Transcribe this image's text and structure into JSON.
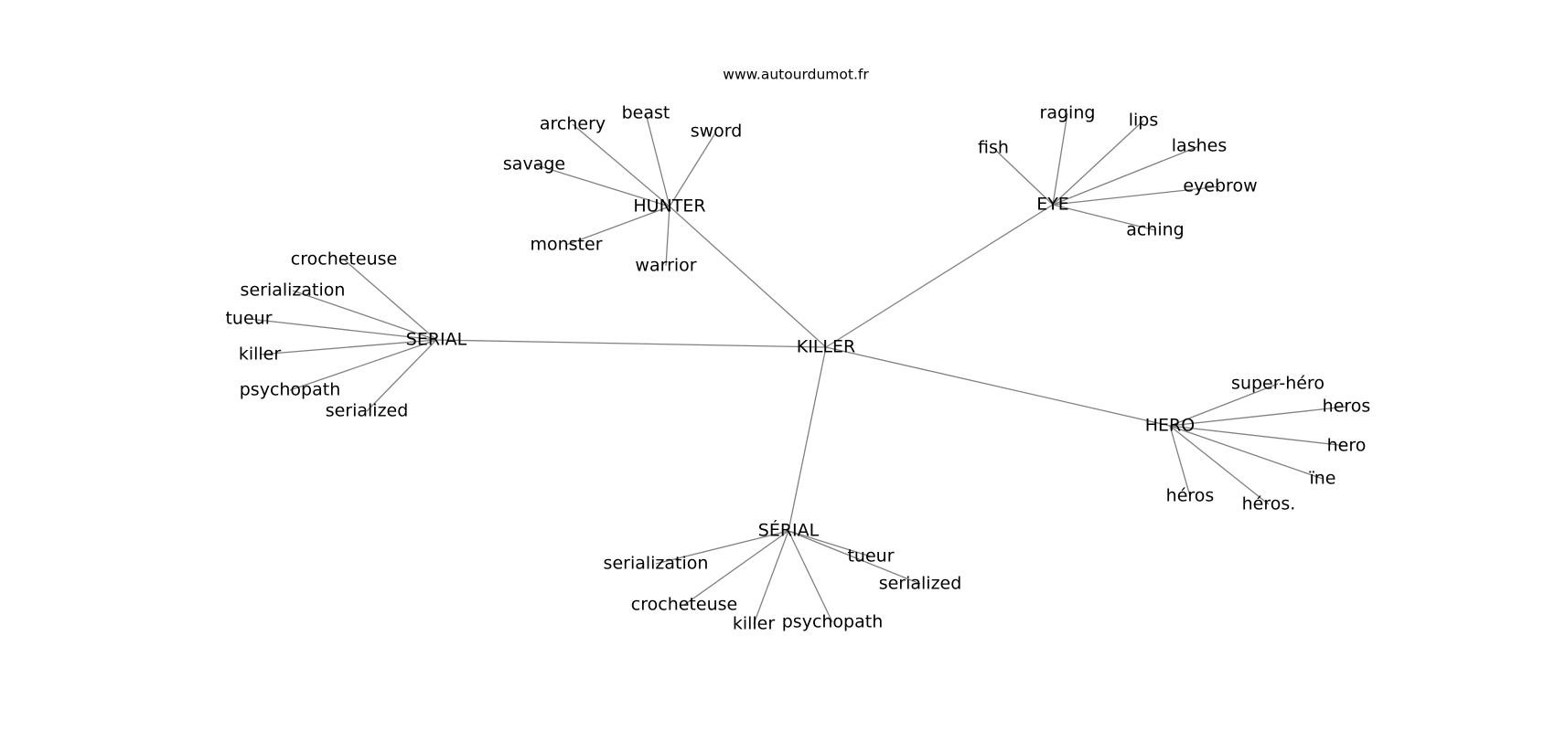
{
  "source_text": "www.autourdumot.fr",
  "colors": {
    "background": "#ffffff",
    "edge": "#808080",
    "text": "#000000"
  },
  "graph": {
    "root": {
      "id": "killer",
      "label": "KILLER"
    },
    "hubs": [
      {
        "id": "hunter",
        "label": "HUNTER",
        "words": [
          "archery",
          "beast",
          "sword",
          "savage",
          "monster",
          "warrior"
        ]
      },
      {
        "id": "eye",
        "label": "EYE",
        "words": [
          "fish",
          "raging",
          "lips",
          "lashes",
          "eyebrow",
          "aching"
        ]
      },
      {
        "id": "serial",
        "label": "SERIAL",
        "words": [
          "crocheteuse",
          "serialization",
          "tueur",
          "killer",
          "psychopath",
          "serialized"
        ]
      },
      {
        "id": "hero",
        "label": "HERO",
        "words": [
          "super-héro",
          "heros",
          "hero",
          "ïne",
          "héros",
          "héros."
        ]
      },
      {
        "id": "serial-accent",
        "label": "SÉRIAL",
        "words": [
          "serialization",
          "tueur",
          "serialized",
          "crocheteuse",
          "killer",
          "psychopath"
        ]
      }
    ]
  }
}
